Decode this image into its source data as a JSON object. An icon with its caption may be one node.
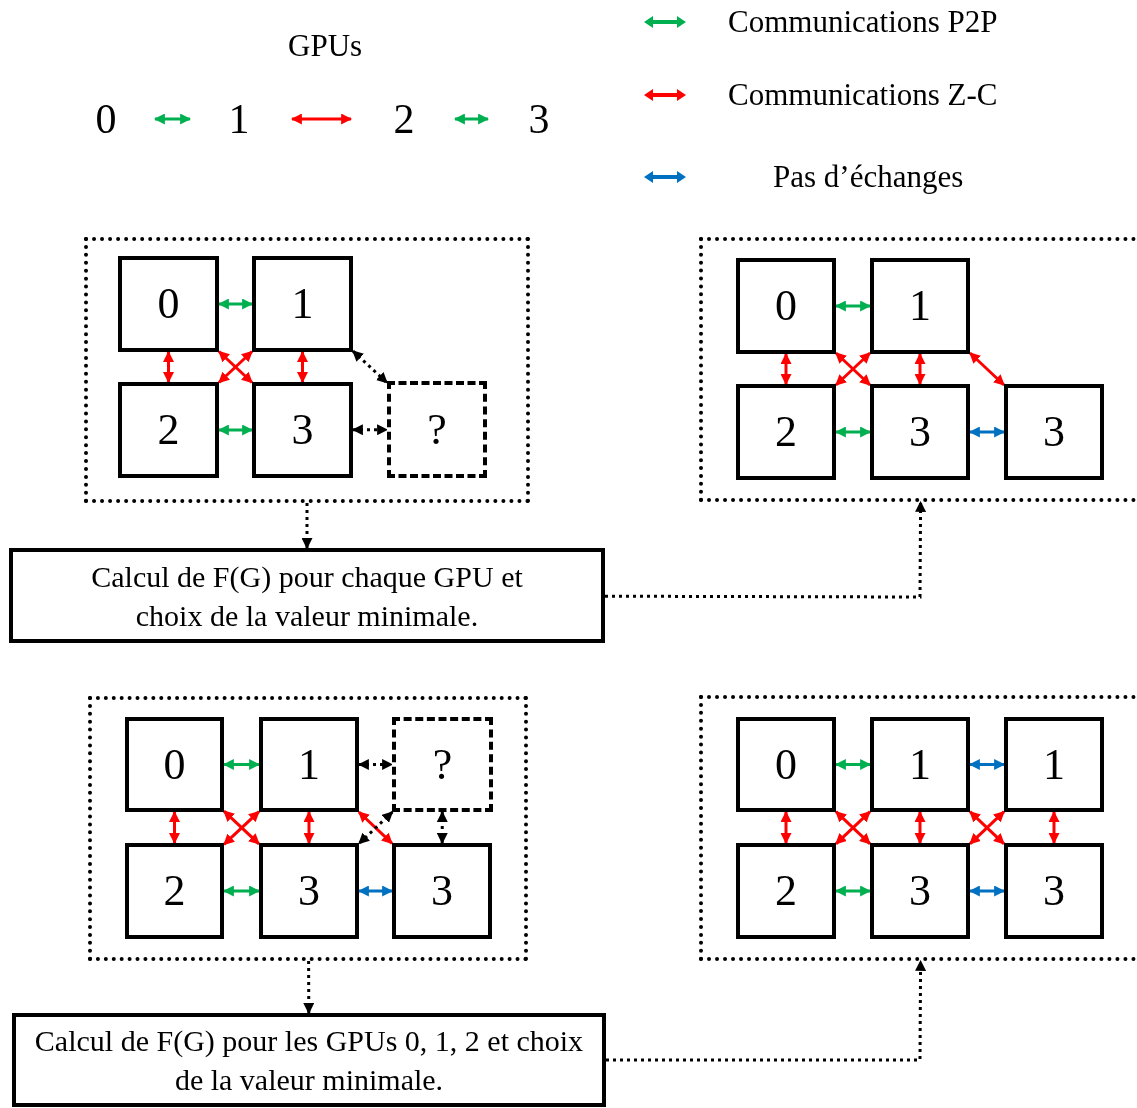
{
  "diagram": {
    "nodes": [
      {
        "text": [
          "0"
        ]
      },
      {
        "text": [
          "1"
        ]
      },
      {
        "text": [
          "2"
        ]
      },
      {
        "text": [
          "3"
        ]
      },
      {
        "text": [],
        "shape": "box"
      },
      {
        "text": [
          "0"
        ],
        "in": 4
      },
      {
        "text": [
          "1"
        ],
        "in": 4
      },
      {
        "text": [
          "2"
        ],
        "in": 4
      },
      {
        "text": [
          "3"
        ],
        "in": 4
      },
      {
        "text": [
          "?"
        ],
        "in": 4
      },
      {
        "text": [
          "Calcul de F(G) pour chaque GPU et choix de la valeur minimale."
        ]
      },
      {
        "text": [],
        "shape": "box"
      },
      {
        "text": [
          "0"
        ],
        "in": 11
      },
      {
        "text": [
          "1"
        ],
        "in": 11
      },
      {
        "text": [
          "2"
        ],
        "in": 11
      },
      {
        "text": [
          "3"
        ],
        "in": 11
      },
      {
        "text": [
          "3"
        ],
        "in": 11
      },
      {
        "text": [],
        "shape": "box"
      },
      {
        "text": [
          "0"
        ],
        "in": 17
      },
      {
        "text": [
          "1"
        ],
        "in": 17
      },
      {
        "text": [
          "?"
        ],
        "in": 17
      },
      {
        "text": [
          "2"
        ],
        "in": 17
      },
      {
        "text": [
          "3"
        ],
        "in": 17
      },
      {
        "text": [
          "3"
        ],
        "in": 17
      },
      {
        "text": [
          "Calcul de F(G) pour les GPUs 0, 1, 2 et choix de la valeur minimale."
        ]
      },
      {
        "text": [],
        "shape": "box"
      },
      {
        "text": [
          "0"
        ],
        "in": 25
      },
      {
        "text": [
          "1"
        ],
        "in": 25
      },
      {
        "text": [
          "1"
        ],
        "in": 25
      },
      {
        "text": [
          "2"
        ],
        "in": 25
      },
      {
        "text": [
          "3"
        ],
        "in": 25
      },
      {
        "text": [
          "3"
        ],
        "in": 25
      }
    ],
    "edges": [
      {
        "from": 0,
        "to": 1,
        "arrow": "both",
        "color": "#00b050"
      },
      {
        "from": 1,
        "to": 2,
        "arrow": "both",
        "color": "#ff0000"
      },
      {
        "from": 2,
        "to": 3,
        "arrow": "both",
        "color": "#00b050"
      },
      {
        "from": 5,
        "to": 6,
        "arrow": "both",
        "color": "#00b050"
      },
      {
        "from": 5,
        "to": 7,
        "arrow": "both",
        "color": "#ff0000"
      },
      {
        "from": 5,
        "to": 8,
        "arrow": "both",
        "color": "#ff0000"
      },
      {
        "from": 6,
        "to": 7,
        "arrow": "both",
        "color": "#ff0000"
      },
      {
        "from": 6,
        "to": 8,
        "arrow": "both",
        "color": "#ff0000"
      },
      {
        "from": 7,
        "to": 8,
        "arrow": "both",
        "color": "#00b050"
      },
      {
        "from": 6,
        "to": 9,
        "arrow": "both",
        "style": "dashed",
        "color": "#000000"
      },
      {
        "from": 8,
        "to": 9,
        "arrow": "both",
        "style": "dashed",
        "color": "#000000"
      },
      {
        "from": 4,
        "to": 10,
        "arrow": "to",
        "style": "dashed",
        "color": "#000000"
      },
      {
        "from": 10,
        "to": 11,
        "arrow": "to",
        "style": "dashed",
        "color": "#000000"
      },
      {
        "from": 12,
        "to": 13,
        "arrow": "both",
        "color": "#00b050"
      },
      {
        "from": 12,
        "to": 14,
        "arrow": "both",
        "color": "#ff0000"
      },
      {
        "from": 12,
        "to": 15,
        "arrow": "both",
        "color": "#ff0000"
      },
      {
        "from": 13,
        "to": 14,
        "arrow": "both",
        "color": "#ff0000"
      },
      {
        "from": 13,
        "to": 15,
        "arrow": "both",
        "color": "#ff0000"
      },
      {
        "from": 14,
        "to": 15,
        "arrow": "both",
        "color": "#00b050"
      },
      {
        "from": 13,
        "to": 16,
        "arrow": "both",
        "color": "#ff0000"
      },
      {
        "from": 15,
        "to": 16,
        "arrow": "both",
        "color": "#0070c0"
      },
      {
        "from": 18,
        "to": 19,
        "arrow": "both",
        "color": "#00b050"
      },
      {
        "from": 18,
        "to": 21,
        "arrow": "both",
        "color": "#ff0000"
      },
      {
        "from": 18,
        "to": 22,
        "arrow": "both",
        "color": "#ff0000"
      },
      {
        "from": 19,
        "to": 21,
        "arrow": "both",
        "color": "#ff0000"
      },
      {
        "from": 19,
        "to": 22,
        "arrow": "both",
        "color": "#ff0000"
      },
      {
        "from": 21,
        "to": 22,
        "arrow": "both",
        "color": "#00b050"
      },
      {
        "from": 19,
        "to": 20,
        "arrow": "both",
        "style": "dashed",
        "color": "#000000"
      },
      {
        "from": 19,
        "to": 23,
        "arrow": "both",
        "color": "#ff0000"
      },
      {
        "from": 20,
        "to": 22,
        "arrow": "both",
        "style": "dashed",
        "color": "#000000"
      },
      {
        "from": 20,
        "to": 23,
        "arrow": "both",
        "style": "dashed",
        "color": "#000000"
      },
      {
        "from": 22,
        "to": 23,
        "arrow": "both",
        "color": "#0070c0"
      },
      {
        "from": 17,
        "to": 24,
        "arrow": "to",
        "style": "dashed",
        "color": "#000000"
      },
      {
        "from": 24,
        "to": 25,
        "arrow": "to",
        "style": "dashed",
        "color": "#000000"
      },
      {
        "from": 26,
        "to": 27,
        "arrow": "both",
        "color": "#00b050"
      },
      {
        "from": 26,
        "to": 29,
        "arrow": "both",
        "color": "#ff0000"
      },
      {
        "from": 26,
        "to": 30,
        "arrow": "both",
        "color": "#ff0000"
      },
      {
        "from": 27,
        "to": 29,
        "arrow": "both",
        "color": "#ff0000"
      },
      {
        "from": 27,
        "to": 30,
        "arrow": "both",
        "color": "#ff0000"
      },
      {
        "from": 29,
        "to": 30,
        "arrow": "both",
        "color": "#00b050"
      },
      {
        "from": 27,
        "to": 28,
        "arrow": "both",
        "color": "#0070c0"
      },
      {
        "from": 27,
        "to": 31,
        "arrow": "both",
        "color": "#ff0000"
      },
      {
        "from": 28,
        "to": 30,
        "arrow": "both",
        "color": "#ff0000"
      },
      {
        "from": 28,
        "to": 31,
        "arrow": "both",
        "color": "#ff0000"
      },
      {
        "from": 30,
        "to": 31,
        "arrow": "both",
        "color": "#0070c0"
      }
    ],
    "labels": [
      "GPUs"
    ],
    "legend": [
      {
        "text": "Communications P2P",
        "color": "#00b050"
      },
      {
        "text": "Communications Z-C",
        "color": "#ff0000"
      },
      {
        "text": "Pas d’échanges",
        "color": "#0070c0"
      }
    ]
  }
}
